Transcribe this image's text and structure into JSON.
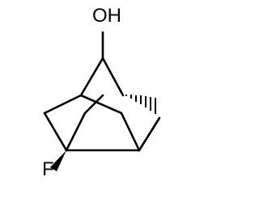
{
  "molecule": {
    "atoms": [
      {
        "id": "oh",
        "label": "OH"
      },
      {
        "id": "f",
        "label": "F"
      }
    ],
    "colors": {
      "bond": "#000000",
      "background": "#ffffff",
      "text": "#000000"
    }
  }
}
